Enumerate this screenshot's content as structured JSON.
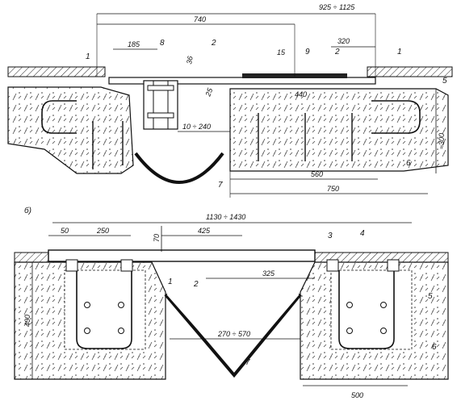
{
  "top_view": {
    "dimensions": {
      "overall": "925 ÷ 1125",
      "span_740": "740",
      "d185": "185",
      "d320": "320",
      "d440": "440",
      "gap": "10 ÷ 240",
      "d560": "560",
      "d750": "750",
      "height": "≈300",
      "d15": "15",
      "d25": "25",
      "d36": "36"
    },
    "callouts": [
      "1",
      "8",
      "2",
      "9",
      "2",
      "1",
      "5",
      "6",
      "7"
    ]
  },
  "bottom_view": {
    "label": "б)",
    "dimensions": {
      "overall": "1130 ÷ 1430",
      "d50": "50",
      "d250": "250",
      "d70": "70",
      "d425": "425",
      "d325": "325",
      "d400": "400",
      "gap": "270 ÷ 570",
      "d500": "500"
    },
    "callouts": [
      "3",
      "4",
      "1",
      "2",
      "5",
      "6",
      "7"
    ]
  }
}
